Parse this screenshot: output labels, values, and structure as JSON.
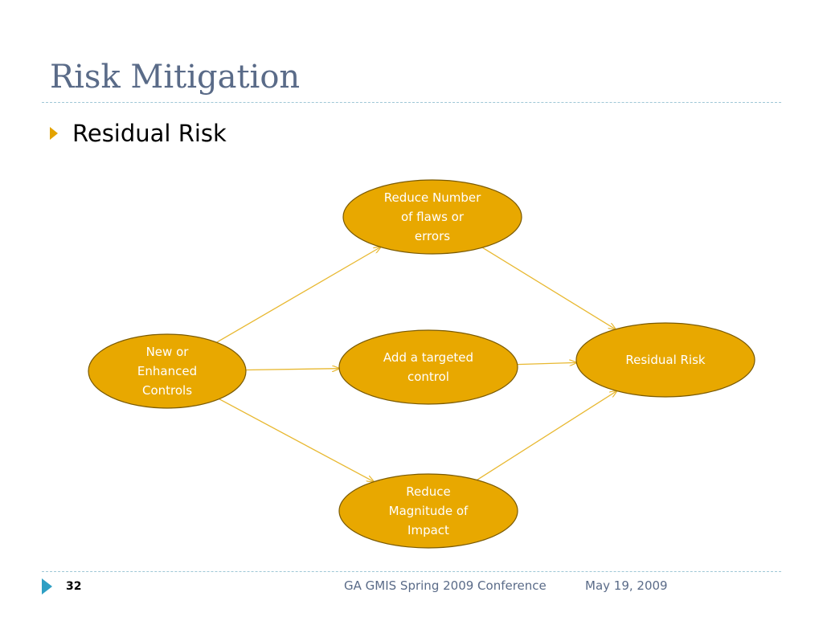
{
  "slide": {
    "title": "Risk Mitigation",
    "bullet": "Residual Risk"
  },
  "diagram": {
    "nodes": [
      {
        "id": "new-controls",
        "label": "New or\nEnhanced\nControls"
      },
      {
        "id": "reduce-flaws",
        "label": "Reduce Number\nof flaws or\nerrors"
      },
      {
        "id": "targeted-control",
        "label": "Add a targeted\ncontrol"
      },
      {
        "id": "reduce-impact",
        "label": "Reduce\nMagnitude of\nImpact"
      },
      {
        "id": "residual-risk",
        "label": "Residual Risk"
      }
    ],
    "edges": [
      {
        "from": "new-controls",
        "to": "reduce-flaws"
      },
      {
        "from": "new-controls",
        "to": "targeted-control"
      },
      {
        "from": "new-controls",
        "to": "reduce-impact"
      },
      {
        "from": "reduce-flaws",
        "to": "residual-risk"
      },
      {
        "from": "targeted-control",
        "to": "residual-risk"
      },
      {
        "from": "reduce-impact",
        "to": "residual-risk"
      }
    ],
    "colors": {
      "node_fill": "#e8a800",
      "node_stroke": "#7a5a00",
      "edge": "#e8b830"
    }
  },
  "footer": {
    "page_number": "32",
    "conference": "GA GMIS Spring 2009 Conference",
    "date": "May 19, 2009"
  },
  "colors": {
    "title": "#5a6b88",
    "bullet": "#e3a300",
    "footer_arrow": "#2e9fc4",
    "rule": "#9fc7d6"
  }
}
